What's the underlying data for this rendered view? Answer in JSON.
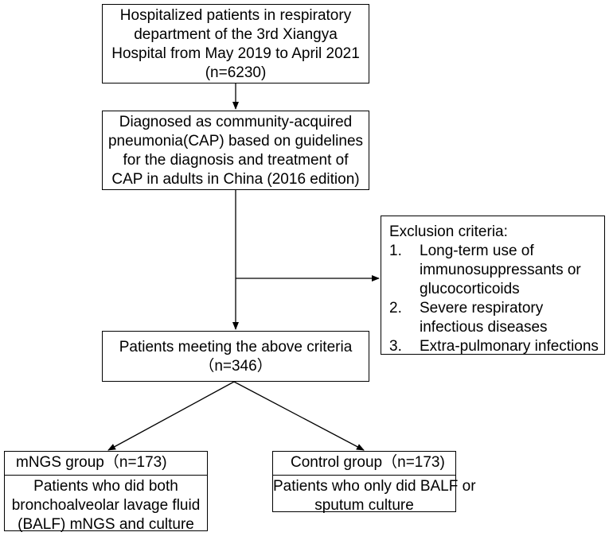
{
  "boxes": {
    "hospitalized": {
      "lines": [
        "Hospitalized patients in respiratory",
        "department of the 3rd Xiangya",
        "Hospital from May 2019 to April 2021",
        "(n=6230)"
      ]
    },
    "diagnosed": {
      "lines": [
        "Diagnosed as community-acquired",
        "pneumonia(CAP) based on guidelines",
        "for the diagnosis and treatment of",
        "CAP in adults in China (2016 edition)"
      ]
    },
    "exclusion": {
      "title": "Exclusion criteria:",
      "criteria": [
        {
          "num": "1.",
          "lines": [
            "Long-term use of",
            "immunosuppressants or",
            "glucocorticoids"
          ]
        },
        {
          "num": "2.",
          "lines": [
            "Severe respiratory",
            "infectious diseases"
          ]
        },
        {
          "num": "3.",
          "lines": [
            "Extra-pulmonary infections"
          ]
        }
      ]
    },
    "patients": {
      "lines": [
        "Patients meeting the above criteria",
        "（n=346）"
      ]
    },
    "mngs": {
      "header": "mNGS group（n=173)",
      "lines": [
        "Patients who did both",
        "bronchoalveolar lavage fluid",
        "(BALF) mNGS and culture"
      ]
    },
    "control": {
      "header": "Control group（n=173)",
      "lines": [
        "Patients who only did BALF or",
        "sputum culture"
      ]
    }
  },
  "colors": {
    "stroke": "#000000",
    "background": "#ffffff"
  }
}
